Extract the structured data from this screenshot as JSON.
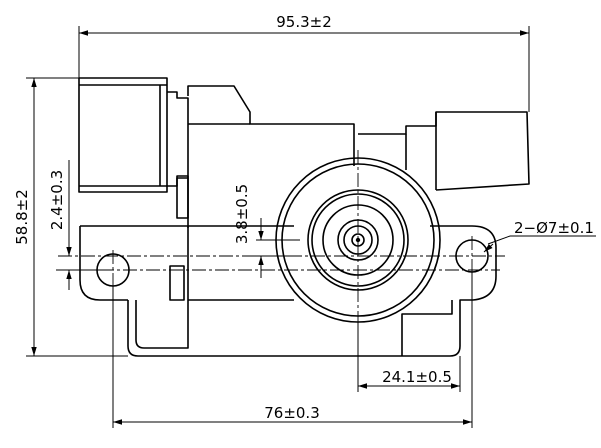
{
  "dimensions": {
    "overall_width": "95.3±2",
    "overall_height": "58.8±2",
    "offset_left": "2.4±0.3",
    "offset_center": "3.8±0.5",
    "hole_spec": "2−Ø7±0.1",
    "outlet_offset": "24.1±0.5",
    "hole_spacing": "76±0.3"
  }
}
